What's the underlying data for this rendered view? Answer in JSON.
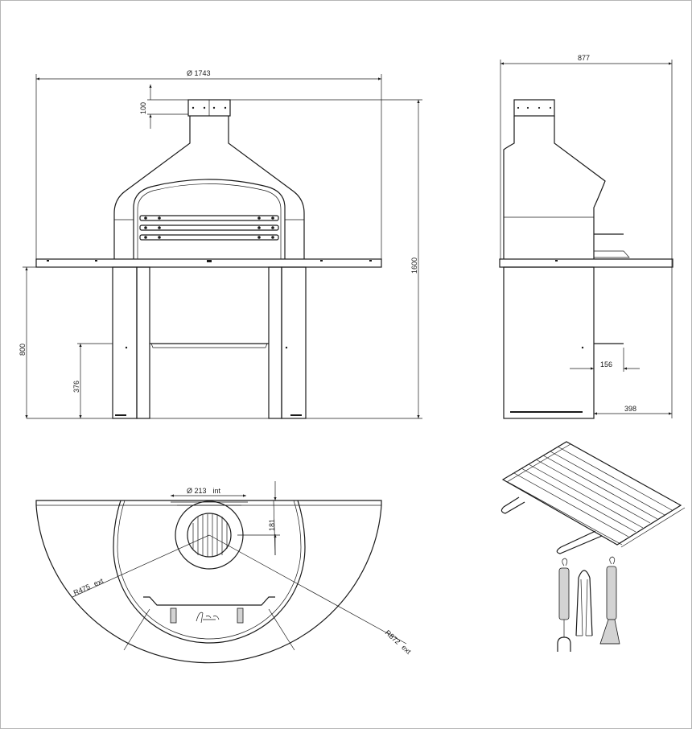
{
  "front_view": {
    "dim_width": "Ø 1743",
    "dim_chimney": "100",
    "dim_height": "1600",
    "dim_counter": "800",
    "dim_shelf": "376"
  },
  "side_view": {
    "dim_depth": "877",
    "dim_handle": "156",
    "dim_base": "398"
  },
  "plan_view": {
    "dim_flue": "Ø  213",
    "dim_flue_suffix": "int",
    "dim_offset": "181",
    "dim_inner_radius": "R475",
    "dim_inner_suffix": "ext",
    "dim_outer_radius": "R872",
    "dim_outer_suffix": "ext"
  },
  "accessories": {
    "items": [
      "grill-grate",
      "fork",
      "tongs",
      "spatula"
    ]
  }
}
